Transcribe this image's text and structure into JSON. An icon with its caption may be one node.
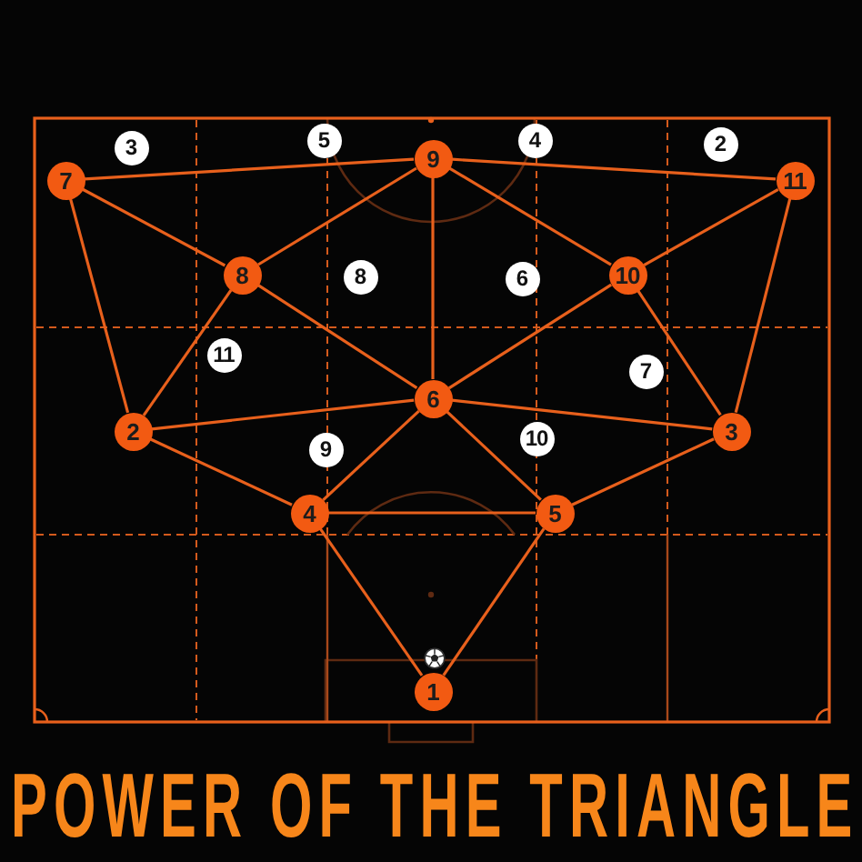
{
  "diagram": {
    "title": "POWER OF THE TRIANGLE",
    "nodes": [
      {
        "text": [
          "7"
        ]
      },
      {
        "text": [
          "3"
        ]
      },
      {
        "text": [
          "5"
        ]
      },
      {
        "text": [
          "9"
        ]
      },
      {
        "text": [
          "4"
        ]
      },
      {
        "text": [
          "2"
        ]
      },
      {
        "text": [
          "11"
        ]
      },
      {
        "text": [
          "8"
        ]
      },
      {
        "text": [
          "8"
        ]
      },
      {
        "text": [
          "6"
        ]
      },
      {
        "text": [
          "10"
        ]
      },
      {
        "text": [
          "11"
        ]
      },
      {
        "text": [
          "7"
        ]
      },
      {
        "text": [
          "2"
        ]
      },
      {
        "text": [
          "9"
        ]
      },
      {
        "text": [
          "6"
        ]
      },
      {
        "text": [
          "10"
        ]
      },
      {
        "text": [
          "3"
        ]
      },
      {
        "text": [
          "4"
        ]
      },
      {
        "text": [
          "5"
        ]
      },
      {
        "text": [
          "1"
        ]
      }
    ],
    "edges": [
      {
        "from": 0,
        "to": 3,
        "arrow": "none"
      },
      {
        "from": 3,
        "to": 6,
        "arrow": "none"
      },
      {
        "from": 0,
        "to": 7,
        "arrow": "none"
      },
      {
        "from": 0,
        "to": 13,
        "arrow": "none"
      },
      {
        "from": 3,
        "to": 7,
        "arrow": "none"
      },
      {
        "from": 3,
        "to": 15,
        "arrow": "none"
      },
      {
        "from": 3,
        "to": 10,
        "arrow": "none"
      },
      {
        "from": 6,
        "to": 10,
        "arrow": "none"
      },
      {
        "from": 6,
        "to": 17,
        "arrow": "none"
      },
      {
        "from": 7,
        "to": 15,
        "arrow": "none"
      },
      {
        "from": 7,
        "to": 13,
        "arrow": "none"
      },
      {
        "from": 10,
        "to": 15,
        "arrow": "none"
      },
      {
        "from": 10,
        "to": 17,
        "arrow": "none"
      },
      {
        "from": 13,
        "to": 15,
        "arrow": "none"
      },
      {
        "from": 15,
        "to": 17,
        "arrow": "none"
      },
      {
        "from": 13,
        "to": 18,
        "arrow": "none"
      },
      {
        "from": 15,
        "to": 18,
        "arrow": "none"
      },
      {
        "from": 15,
        "to": 19,
        "arrow": "none"
      },
      {
        "from": 17,
        "to": 19,
        "arrow": "none"
      },
      {
        "from": 18,
        "to": 19,
        "arrow": "none"
      },
      {
        "from": 18,
        "to": 20,
        "arrow": "none"
      },
      {
        "from": 19,
        "to": 20,
        "arrow": "none"
      }
    ]
  }
}
